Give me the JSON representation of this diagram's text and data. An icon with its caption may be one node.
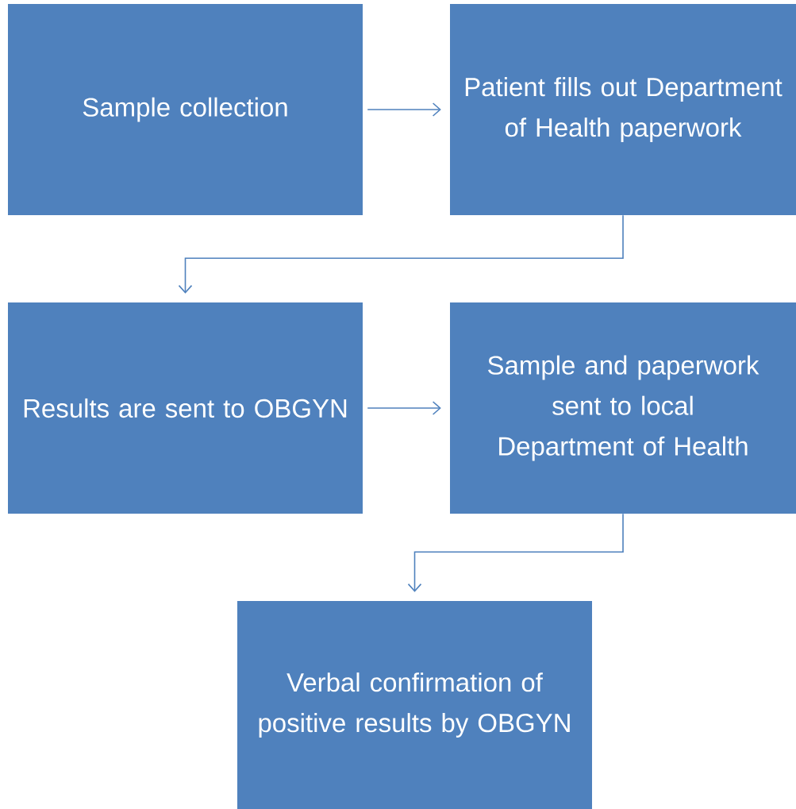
{
  "diagram": {
    "nodes": [
      {
        "text": [
          "Sample collection"
        ]
      },
      {
        "text": [
          "Patient fills out Department of Health paperwork"
        ]
      },
      {
        "text": [
          "Results are sent to OBGYN"
        ]
      },
      {
        "text": [
          "Sample and paperwork sent to local Department of Health"
        ]
      },
      {
        "text": [
          "Verbal confirmation of positive results by OBGYN"
        ]
      }
    ],
    "edges": [
      {
        "from": 0,
        "to": 1,
        "arrow": "to"
      },
      {
        "from": 1,
        "to": 2,
        "arrow": "to"
      },
      {
        "from": 2,
        "to": 3,
        "arrow": "to"
      },
      {
        "from": 3,
        "to": 4,
        "arrow": "to"
      }
    ]
  }
}
